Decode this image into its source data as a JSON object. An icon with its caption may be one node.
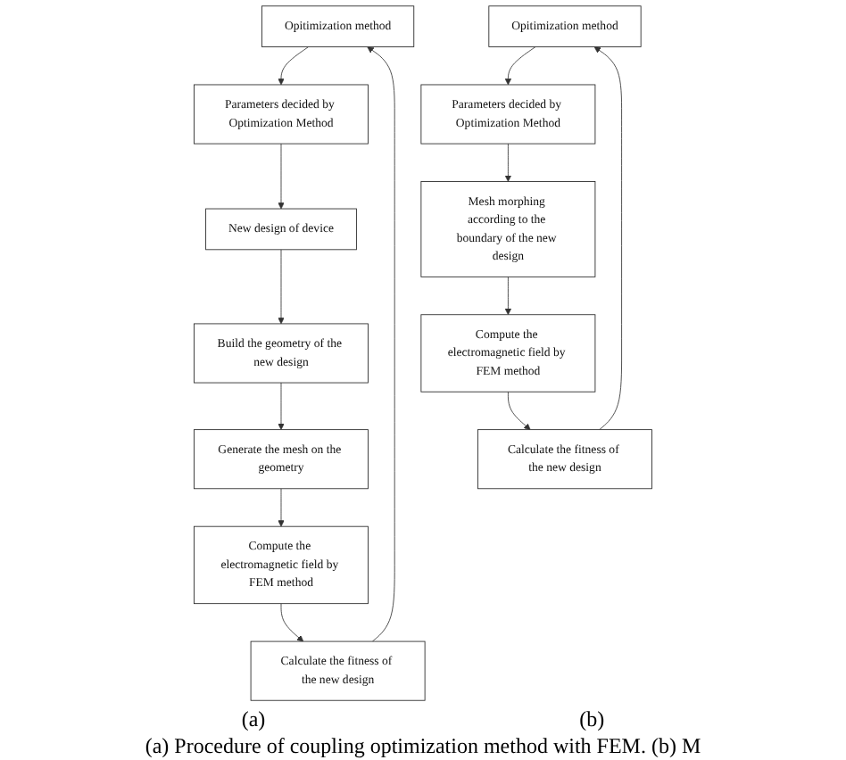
{
  "diagram": {
    "caption": "(a) Procedure of coupling optimization method with FEM. (b) M",
    "nodes": [
      {
        "text": [
          "Opitimization method"
        ]
      },
      {
        "text": [
          "Parameters decided by Optimization Method"
        ]
      },
      {
        "text": [
          "New design of device"
        ]
      },
      {
        "text": [
          "Build the geometry of the new design"
        ]
      },
      {
        "text": [
          "Generate the mesh on the geometry"
        ]
      },
      {
        "text": [
          "Compute the electromagnetic field by FEM method"
        ]
      },
      {
        "text": [
          "Calculate the fitness of the new design"
        ]
      },
      {
        "text": [
          "Opitimization method"
        ]
      },
      {
        "text": [
          "Parameters decided by Optimization Method"
        ]
      },
      {
        "text": [
          "Mesh morphing according to the boundary of the new design"
        ]
      },
      {
        "text": [
          "Compute the electromagnetic field by FEM method"
        ]
      },
      {
        "text": [
          "Calculate the fitness of the new design"
        ]
      }
    ],
    "edges": [
      {
        "from": 0,
        "to": 1,
        "arrow": "to"
      },
      {
        "from": 1,
        "to": 2,
        "arrow": "to"
      },
      {
        "from": 2,
        "to": 3,
        "arrow": "to"
      },
      {
        "from": 3,
        "to": 4,
        "arrow": "to"
      },
      {
        "from": 4,
        "to": 5,
        "arrow": "to"
      },
      {
        "from": 5,
        "to": 6,
        "arrow": "to"
      },
      {
        "from": 6,
        "to": 0,
        "arrow": "to"
      },
      {
        "from": 7,
        "to": 8,
        "arrow": "to"
      },
      {
        "from": 8,
        "to": 9,
        "arrow": "to"
      },
      {
        "from": 9,
        "to": 10,
        "arrow": "to"
      },
      {
        "from": 10,
        "to": 11,
        "arrow": "to"
      },
      {
        "from": 11,
        "to": 7,
        "arrow": "to"
      }
    ],
    "labels": [
      "(a)",
      "(b)"
    ]
  }
}
